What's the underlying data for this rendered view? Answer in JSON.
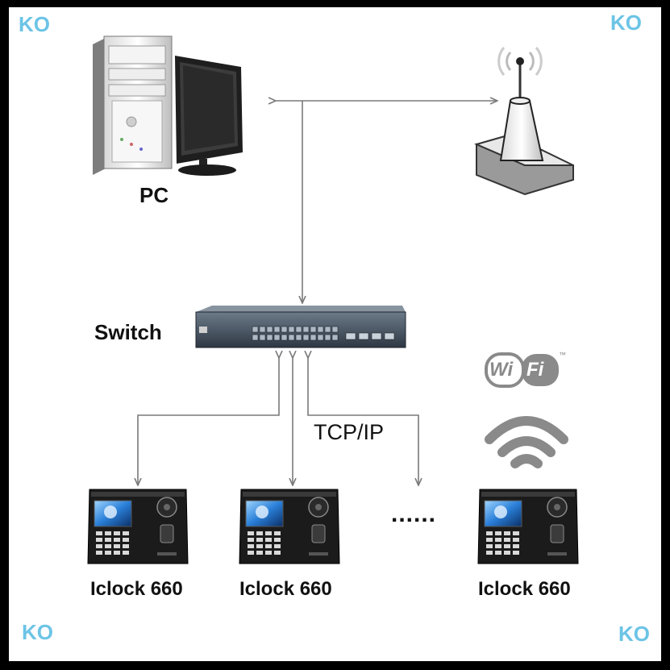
{
  "watermarks": {
    "tl": "KO",
    "tr": "KO",
    "bl": "KO",
    "br": "KO"
  },
  "labels": {
    "pc": "PC",
    "switch": "Switch",
    "protocol": "TCP/IP",
    "ellipsis": "......",
    "device_1": "Iclock 660",
    "device_2": "Iclock 660",
    "device_3": "Iclock 660"
  },
  "wifi_logo": {
    "left": "Wi",
    "right": "Fi",
    "tm": "™"
  },
  "colors": {
    "watermark": "#6cc4e6",
    "line": "#7a7a7a",
    "wifi": "#8a8a8a"
  },
  "icons": [
    "pc-tower-icon",
    "monitor-icon",
    "router-icon",
    "network-switch-icon",
    "wifi-logo-icon",
    "wifi-signal-icon",
    "time-clock-device-icon"
  ]
}
